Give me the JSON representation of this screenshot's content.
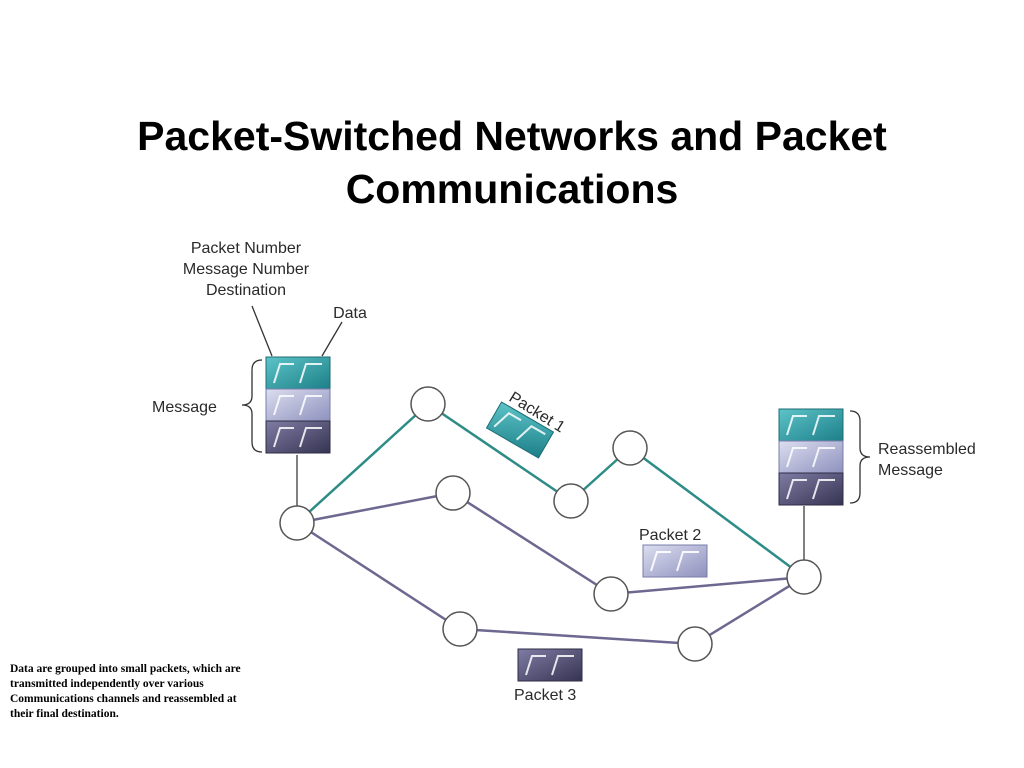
{
  "slide": {
    "title_line1": "Packet-Switched Networks and Packet",
    "title_line2": "Communications",
    "caption_lines": [
      "Data are grouped into small packets, which are",
      "transmitted independently over various",
      "Communications channels and reassembled at",
      "their final destination."
    ]
  },
  "diagram": {
    "header_labels": [
      "Packet Number",
      "Message Number",
      "Destination"
    ],
    "data_label": "Data",
    "message_label": "Message",
    "reassembled_labels": [
      "Reassembled",
      "Message"
    ],
    "packet_labels": [
      "Packet 1",
      "Packet 2",
      "Packet 3"
    ],
    "colors": {
      "teal_packet": "#2a9aa2",
      "light_packet": "#a9acd0",
      "dark_packet": "#4e4c72",
      "teal_route": "#2e8c86",
      "purple_route": "#6c6890",
      "node_stroke": "#555555"
    }
  }
}
